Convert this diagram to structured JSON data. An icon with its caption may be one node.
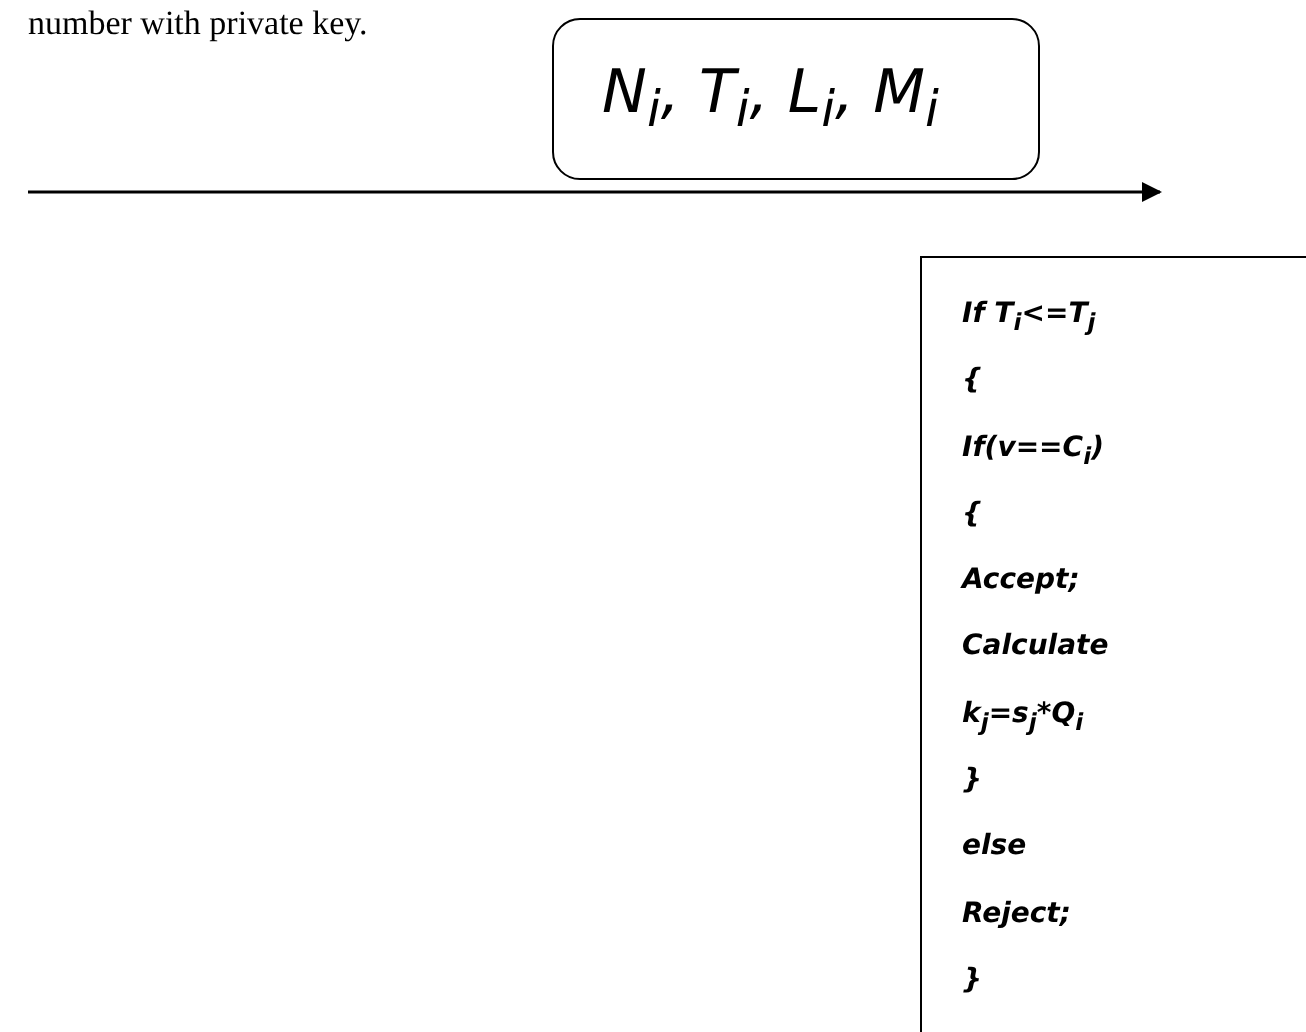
{
  "diagram": {
    "nodes": [
      {
        "text": [
          "N$_{i}$, T$_{i}$, L$_{i}$, M$_{i}$"
        ]
      },
      {
        "text": [
          "If T$_{i}$<=T$_{j}$",
          "{",
          "If(v==C$_{i}$)",
          "{",
          "Accept;",
          "Calculate",
          "k$_{j}$=s$_{j}$*Q$_{i}$",
          "}",
          "else",
          "Reject;",
          "}"
        ]
      }
    ],
    "edges": [],
    "labels": [
      "number with private key."
    ]
  }
}
